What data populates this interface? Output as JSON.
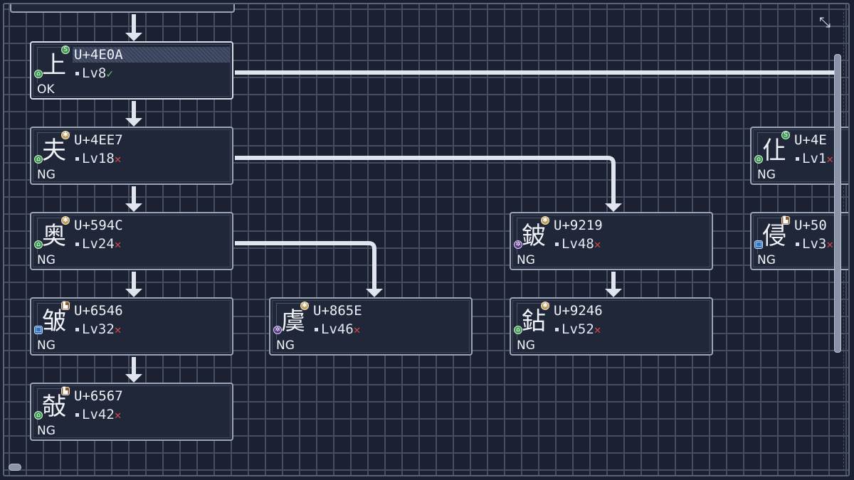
{
  "controls": {
    "collapse_icon": "collapse-icon"
  },
  "nodes": [
    {
      "id": "n1",
      "glyph": "上",
      "code": "U+4E0A",
      "level": "Lv8",
      "status": "OK",
      "result": "ok",
      "badge_top": "green",
      "badge_top_char": "S",
      "badge_bottom": "green",
      "badge_bottom_char": "⌂",
      "selected": true
    },
    {
      "id": "n2",
      "glyph": "夫",
      "code": "U+4EE7",
      "level": "Lv18",
      "status": "NG",
      "result": "ng",
      "badge_top": "gold",
      "badge_top_char": "✱",
      "badge_bottom": "green",
      "badge_bottom_char": "⌂"
    },
    {
      "id": "n3",
      "glyph": "奥",
      "code": "U+594C",
      "level": "Lv24",
      "status": "NG",
      "result": "ng",
      "badge_top": "gold",
      "badge_top_char": "✱",
      "badge_bottom": "green",
      "badge_bottom_char": "⌂"
    },
    {
      "id": "n4",
      "glyph": "皱",
      "code": "U+6546",
      "level": "Lv32",
      "status": "NG",
      "result": "ng",
      "badge_top": "brown",
      "badge_top_char": "▙",
      "badge_bottom": "blue",
      "badge_bottom_char": "□"
    },
    {
      "id": "n5",
      "glyph": "敧",
      "code": "U+6567",
      "level": "Lv42",
      "status": "NG",
      "result": "ng",
      "badge_top": "brown",
      "badge_top_char": "▙",
      "badge_bottom": "green",
      "badge_bottom_char": "⌂"
    },
    {
      "id": "n6",
      "glyph": "虞",
      "code": "U+865E",
      "level": "Lv46",
      "status": "NG",
      "result": "ng",
      "badge_top": "gold",
      "badge_top_char": "✱",
      "badge_bottom": "purple",
      "badge_bottom_char": "✲"
    },
    {
      "id": "n7",
      "glyph": "鈹",
      "code": "U+9219",
      "level": "Lv48",
      "status": "NG",
      "result": "ng",
      "badge_top": "gold",
      "badge_top_char": "✱",
      "badge_bottom": "purple",
      "badge_bottom_char": "✲"
    },
    {
      "id": "n8",
      "glyph": "鉆",
      "code": "U+9246",
      "level": "Lv52",
      "status": "NG",
      "result": "ng",
      "badge_top": "gold",
      "badge_top_char": "✱",
      "badge_bottom": "green",
      "badge_bottom_char": "⌂"
    },
    {
      "id": "n9",
      "glyph": "仩",
      "code": "U+4E",
      "level": "Lv1",
      "status": "NG",
      "result": "ng",
      "badge_top": "green",
      "badge_top_char": "S",
      "badge_bottom": "green",
      "badge_bottom_char": "⌂"
    },
    {
      "id": "n10",
      "glyph": "侵",
      "code": "U+50",
      "level": "Lv3",
      "status": "NG",
      "result": "ng",
      "badge_top": "brown",
      "badge_top_char": "▙",
      "badge_bottom": "blue",
      "badge_bottom_char": "□"
    }
  ]
}
